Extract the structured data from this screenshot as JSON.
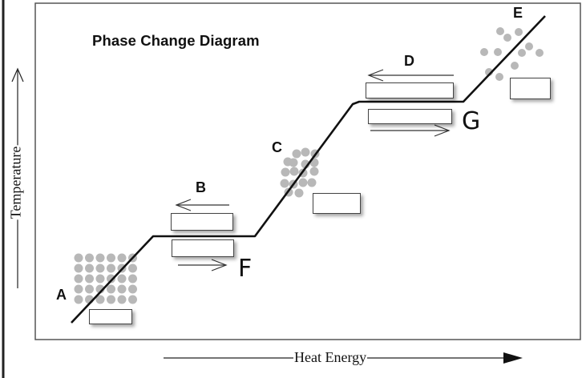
{
  "diagram": {
    "title": "Phase Change Diagram",
    "x_axis_label": "Heat Energy",
    "y_axis_label": "Temperature",
    "segment_labels": {
      "A": "A",
      "B": "B",
      "C": "C",
      "D": "D",
      "E": "E"
    },
    "handwritten_labels": {
      "F": "F",
      "G": "G"
    },
    "answer_boxes": [
      {
        "id": "A",
        "value": ""
      },
      {
        "id": "B-upper",
        "value": ""
      },
      {
        "id": "B-lower",
        "value": ""
      },
      {
        "id": "C",
        "value": ""
      },
      {
        "id": "D-upper",
        "value": ""
      },
      {
        "id": "D-lower",
        "value": ""
      },
      {
        "id": "E",
        "value": ""
      }
    ],
    "colors": {
      "line": "#111111",
      "particle": "#b8b8b8",
      "frame": "#555555"
    }
  }
}
